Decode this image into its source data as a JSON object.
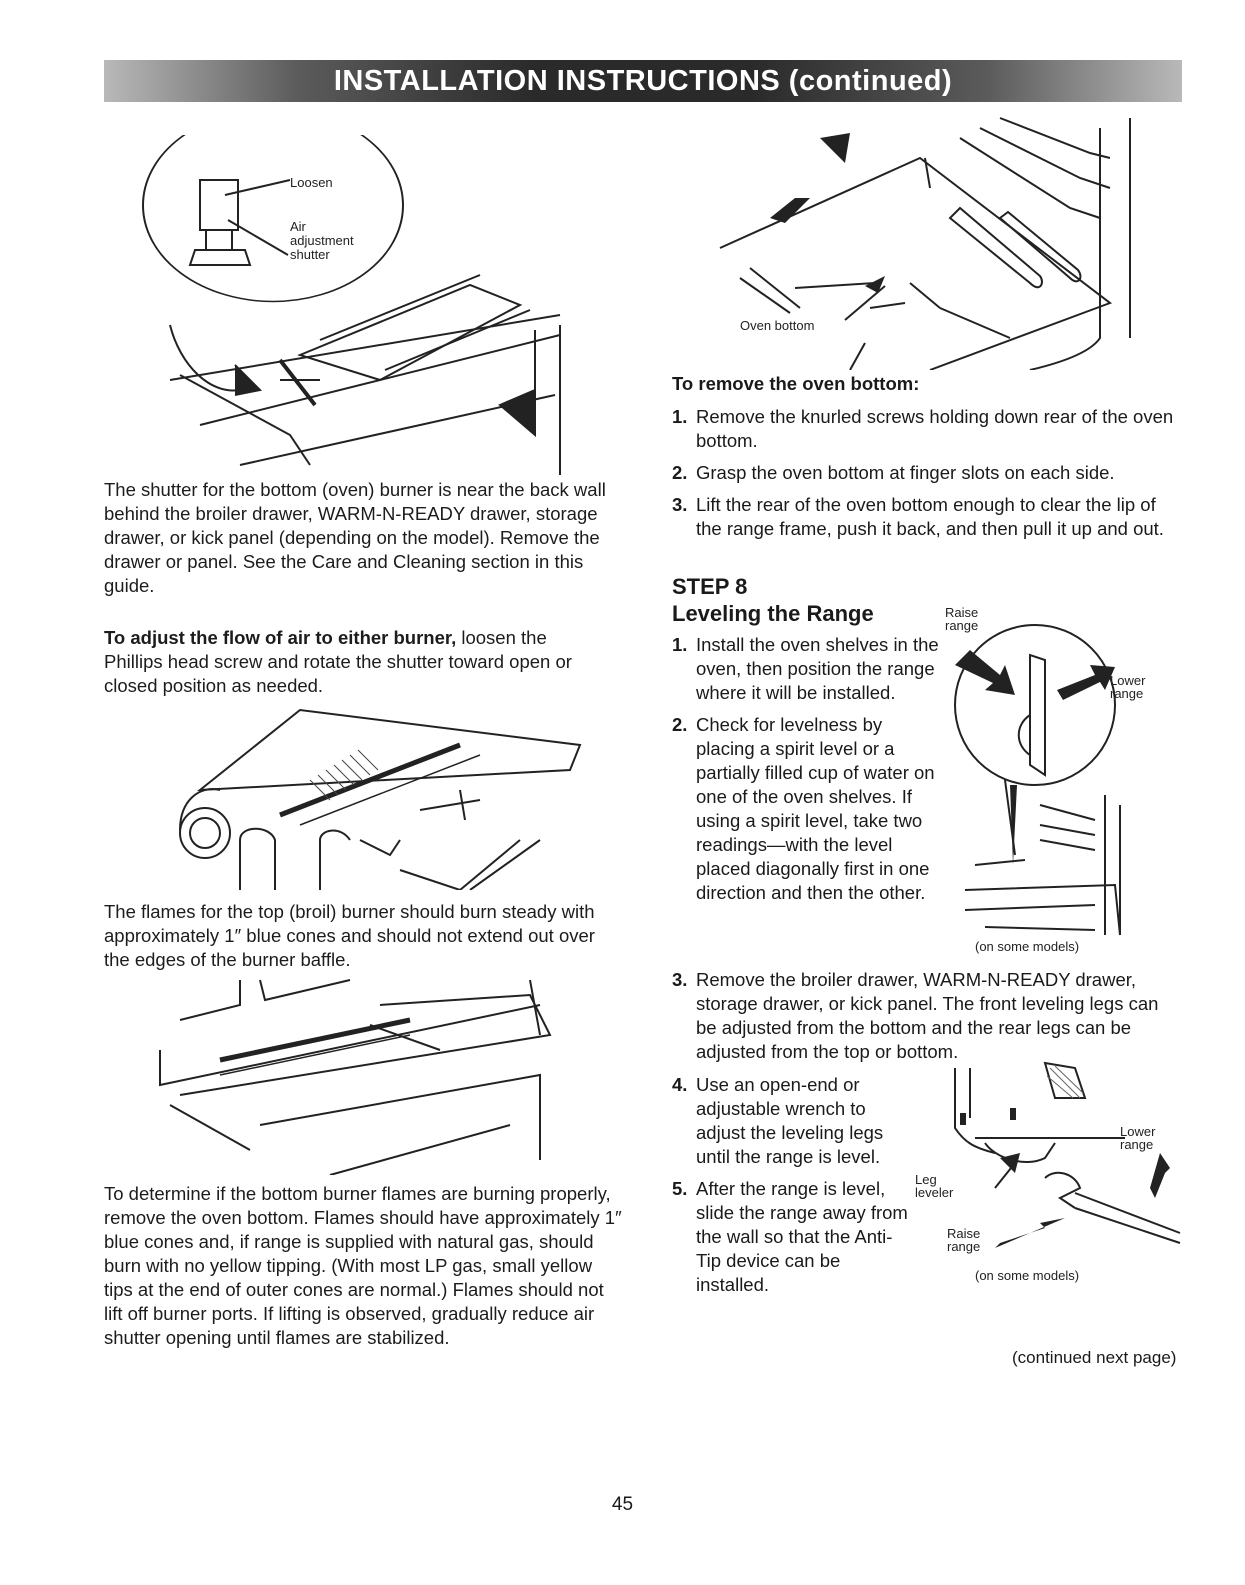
{
  "header": {
    "title": "INSTALLATION INSTRUCTIONS (continued)"
  },
  "figures": {
    "shutter": {
      "label_loosen": "Loosen",
      "label_air": "Air",
      "label_adjustment": "adjustment",
      "label_shutter": "shutter"
    },
    "oven_bottom": {
      "label": "Oven bottom"
    },
    "level": {
      "raise": "Raise",
      "raise2": "range",
      "lower": "Lower",
      "lower2": "range",
      "note": "(on some models)"
    },
    "wrench": {
      "lower": "Lower",
      "lower2": "range",
      "leg": "Leg",
      "leg2": "leveler",
      "raise": "Raise",
      "raise2": "range",
      "note": "(on some models)"
    }
  },
  "left": {
    "p1": "The shutter for the bottom (oven) burner is near the back wall behind the broiler drawer, WARM-N-READY drawer, storage drawer, or kick panel (depending on the model). Remove the drawer or panel. See the Care and Cleaning section in this guide.",
    "p2_bold": "To adjust the flow of air to either burner,",
    "p2_rest": " loosen the Phillips head screw and rotate the shutter toward open or closed position as needed.",
    "p3": "The flames for the top (broil) burner should burn steady with approximately 1″ blue cones and should not extend out over the edges of the burner baffle.",
    "p4": "To determine if the bottom burner flames are burning properly, remove the oven bottom. Flames should have approximately 1″ blue cones and, if range is supplied with natural gas, should burn with no yellow tipping. (With most LP gas, small yellow tips at the end of outer cones are normal.) Flames should not lift off burner ports. If lifting is observed, gradually reduce air shutter opening until flames are stabilized."
  },
  "right": {
    "remove_heading": "To remove the oven bottom:",
    "remove_steps": [
      {
        "n": "1.",
        "text": "Remove the knurled screws holding down rear of the oven bottom."
      },
      {
        "n": "2.",
        "text": "Grasp the oven bottom at finger slots on each side."
      },
      {
        "n": "3.",
        "text": "Lift the rear of the oven bottom enough to clear the lip of the range frame, push it back, and then pull it up and out."
      }
    ],
    "step_label": "STEP 8",
    "step_title": "Leveling the Range",
    "level_steps": [
      {
        "n": "1.",
        "text": "Install the oven shelves in the oven, then position the range where it will be installed."
      },
      {
        "n": "2.",
        "text": "Check for levelness by placing a spirit level or a partially filled cup of water on one of the oven shelves. If using a spirit level, take two readings—with the level placed diagonally first in one direction and then the other."
      },
      {
        "n": "3.",
        "text": "Remove the broiler drawer, WARM-N-READY drawer, storage drawer, or kick panel. The front leveling legs can be adjusted from the bottom and the rear legs can be adjusted from the top or bottom."
      },
      {
        "n": "4.",
        "text": "Use an open-end or adjustable wrench to adjust the leveling legs until the range is level."
      },
      {
        "n": "5.",
        "text": "After the range is level, slide the range away from the wall so that the Anti-Tip device can be installed."
      }
    ],
    "continued": "(continued next page)"
  },
  "footer": {
    "page_number": "45"
  }
}
